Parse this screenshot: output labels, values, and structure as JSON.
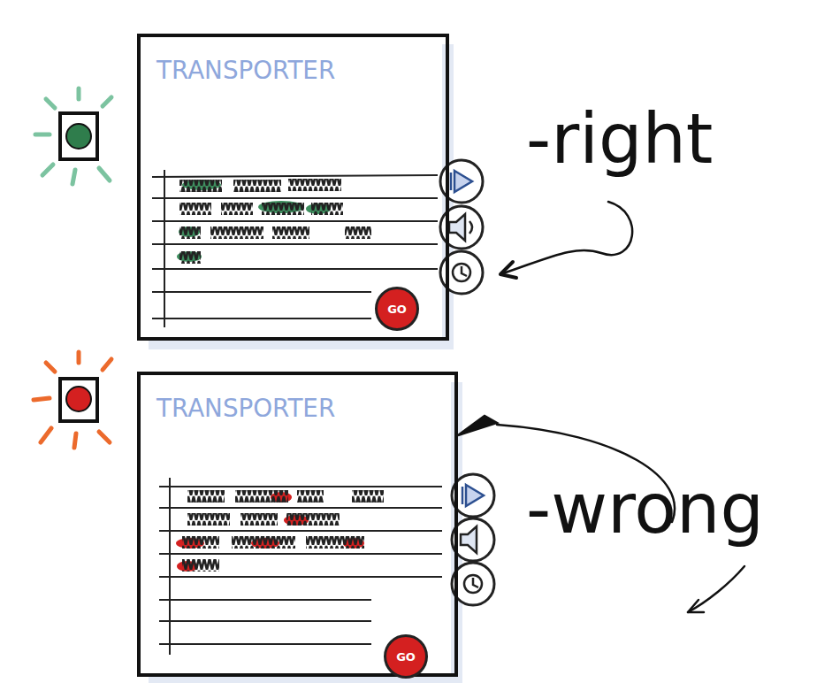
{
  "diagram": {
    "nodes": [
      {
        "text": [
          "TRANSPORTER"
        ]
      },
      {
        "text": [
          "GO"
        ],
        "in": 0
      },
      {
        "text": [
          "TRANSPORTER"
        ]
      },
      {
        "text": [
          "GO"
        ],
        "in": 2
      }
    ],
    "labels": [
      "-right",
      "-wrong"
    ]
  }
}
